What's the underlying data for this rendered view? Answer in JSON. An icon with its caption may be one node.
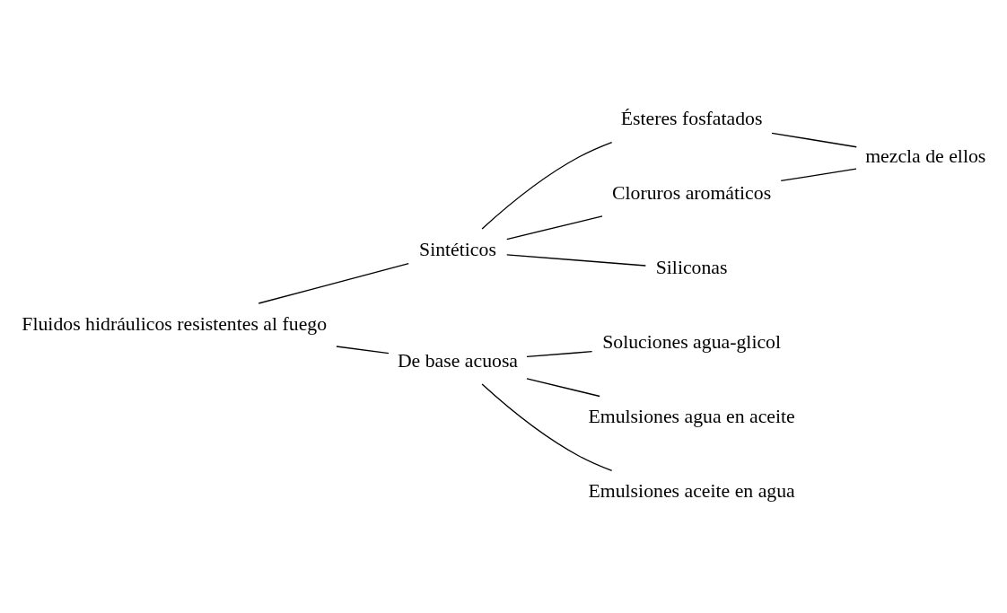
{
  "diagram": {
    "nodes": [
      {
        "text": [
          "Fluidos hidráulicos resistentes al fuego"
        ]
      },
      {
        "text": [
          "Sintéticos"
        ]
      },
      {
        "text": [
          "Ésteres fosfatados"
        ]
      },
      {
        "text": [
          "Cloruros aromáticos"
        ]
      },
      {
        "text": [
          "Siliconas"
        ]
      },
      {
        "text": [
          "mezcla de ellos"
        ]
      },
      {
        "text": [
          "De base acuosa"
        ]
      },
      {
        "text": [
          "Soluciones agua-glicol"
        ]
      },
      {
        "text": [
          "Emulsiones agua en aceite"
        ]
      },
      {
        "text": [
          "Emulsiones aceite en agua"
        ]
      }
    ],
    "edges": [
      {
        "from": 0,
        "to": 1,
        "arrow": "none"
      },
      {
        "from": 0,
        "to": 6,
        "arrow": "none"
      },
      {
        "from": 1,
        "to": 2,
        "arrow": "none"
      },
      {
        "from": 1,
        "to": 3,
        "arrow": "none"
      },
      {
        "from": 1,
        "to": 4,
        "arrow": "none"
      },
      {
        "from": 2,
        "to": 5,
        "arrow": "none"
      },
      {
        "from": 3,
        "to": 5,
        "arrow": "none"
      },
      {
        "from": 6,
        "to": 7,
        "arrow": "none"
      },
      {
        "from": 6,
        "to": 8,
        "arrow": "none"
      },
      {
        "from": 6,
        "to": 9,
        "arrow": "none"
      }
    ]
  }
}
